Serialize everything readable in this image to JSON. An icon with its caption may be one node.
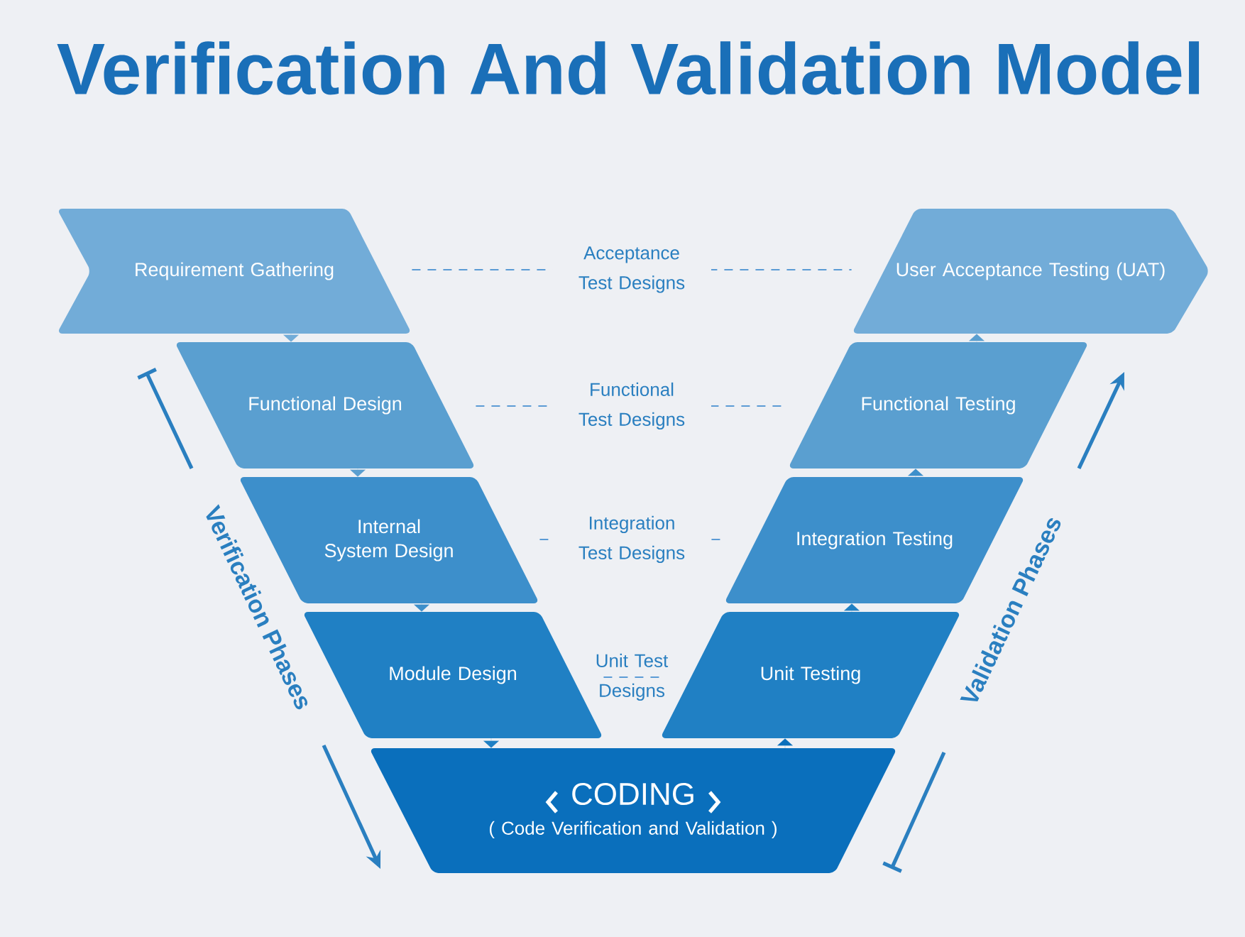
{
  "diagram": {
    "title": "Verification And Validation Model",
    "nodes": [
      {
        "text": [
          "Requirement Gathering"
        ]
      },
      {
        "text": [
          "Functional Design"
        ]
      },
      {
        "text": [
          "Internal System Design"
        ]
      },
      {
        "text": [
          "Module Design"
        ]
      },
      {
        "text": [
          "CODING",
          "( Code Verification and Validation )"
        ]
      },
      {
        "text": [
          "Unit Testing"
        ]
      },
      {
        "text": [
          "Integration Testing"
        ]
      },
      {
        "text": [
          "Functional Testing"
        ]
      },
      {
        "text": [
          "User Acceptance Testing (UAT)"
        ]
      }
    ],
    "edges": [
      {
        "from": 0,
        "to": 1,
        "arrow": "to"
      },
      {
        "from": 1,
        "to": 2,
        "arrow": "to"
      },
      {
        "from": 2,
        "to": 3,
        "arrow": "to"
      },
      {
        "from": 3,
        "to": 4,
        "arrow": "to"
      },
      {
        "from": 4,
        "to": 5,
        "arrow": "to"
      },
      {
        "from": 5,
        "to": 6,
        "arrow": "to"
      },
      {
        "from": 6,
        "to": 7,
        "arrow": "to"
      },
      {
        "from": 7,
        "to": 8,
        "arrow": "to"
      },
      {
        "from": 0,
        "to": 8,
        "arrow": "none",
        "label": "Acceptance Test Designs",
        "style": "dashed",
        "color": "#5b9bd5"
      },
      {
        "from": 1,
        "to": 7,
        "arrow": "none",
        "label": "Functional Test Designs",
        "style": "dashed",
        "color": "#5b9bd5"
      },
      {
        "from": 2,
        "to": 6,
        "arrow": "none",
        "label": "Integration Test Designs",
        "style": "dashed",
        "color": "#5b9bd5"
      },
      {
        "from": 3,
        "to": 5,
        "arrow": "none",
        "label": "Unit Test Designs",
        "style": "dashed",
        "color": "#5b9bd5"
      }
    ],
    "labels": [
      "Verification Phases",
      "Validation Phases"
    ]
  }
}
